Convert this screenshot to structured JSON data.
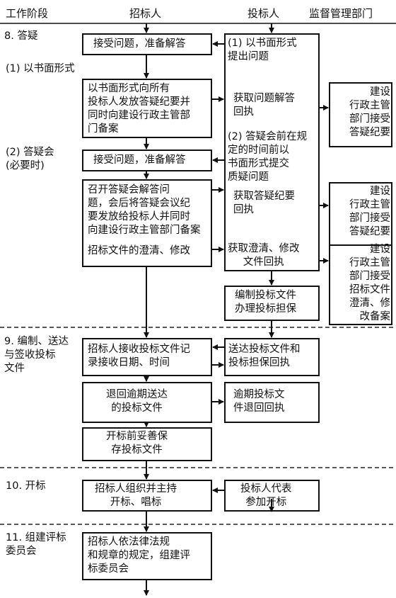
{
  "header": {
    "stage": "工作阶段",
    "tenderer": "招标人",
    "bidder": "投标人",
    "supervisor": "监督管理部门"
  },
  "stages": {
    "s8": "8. 答疑",
    "s8_1": "(1) 以书面形式",
    "s8_2": "(2) 答疑会\n(必要时)",
    "s9": "9. 编制、送达\n与签收投标\n文件",
    "s10": "10. 开标",
    "s11": "11. 组建评标\n委员会"
  },
  "tenderer": {
    "accept1": "接受问题，准备解答",
    "issue_written": "以书面形式向所有\n投标人发放答疑纪要并\n同时向建设行政主管部\n门备案",
    "accept2": "接受问题，准备解答",
    "meeting": "召开答疑会解答问\n题，会后将答疑会议纪\n要发放给投标人并同时\n向建设行政主管部门备案",
    "clarify": "招标文件的澄清、修改",
    "receive_bid": "招标人接收投标文件记\n录接收日期、时间",
    "return_late": "退回逾期送达\n的投标文件",
    "keep_bid": "开标前妥善保\n存投标文件",
    "open_bid": "招标人组织并主持\n开标、唱标",
    "committee": "招标人依法律法规\n和规章的规定，组建评\n标委员会"
  },
  "bidder": {
    "ask_written": "(1) 以书面形式\n提出问题",
    "get_answer": "获取问题解答\n回执",
    "ask_meeting": "(2) 答疑会前在规\n定的时间前以\n书面形式提交\n质疑问题",
    "get_minutes": "获取答疑纪要\n回执",
    "get_clarify": "获取澄清、修改\n文件回执",
    "prepare_bid": "编制投标文件\n办理投标担保",
    "deliver_bid": "送达投标文件和\n投标担保回执",
    "late_receipt": "逾期投标文\n件退回回执",
    "attend_open": "投标人代表\n参加开标"
  },
  "supervisor": {
    "rec1": "建设\n行政主管\n部门接受\n答疑纪要",
    "rec2": "建设\n行政主管\n部门接受\n答疑纪要",
    "rec3": "建设\n行政主管\n部门接受\n招标文件\n澄清、修\n改备案"
  }
}
